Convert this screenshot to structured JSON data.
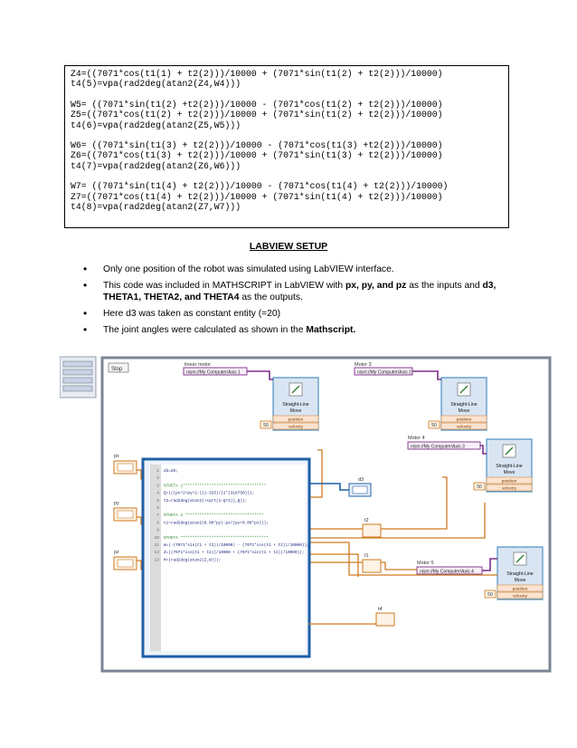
{
  "code_block": {
    "lines": [
      "Z4=((7071*cos(t1(1) + t2(2)))/10000 + (7071*sin(t1(2) + t2(2)))/10000)",
      "t4(5)=vpa(rad2deg(atan2(Z4,W4)))",
      "",
      "W5= ((7071*sin(t1(2) +t2(2)))/10000 - (7071*cos(t1(2) + t2(2)))/10000)",
      "Z5=((7071*cos(t1(2) + t2(2)))/10000 + (7071*sin(t1(2) + t2(2)))/10000)",
      "t4(6)=vpa(rad2deg(atan2(Z5,W5)))",
      "",
      "W6= ((7071*sin(t1(3) + t2(2)))/10000 - (7071*cos(t1(3) +t2(2)))/10000)",
      "Z6=((7071*cos(t1(3) + t2(2)))/10000 + (7071*sin(t1(3) + t2(2)))/10000)",
      "t4(7)=vpa(rad2deg(atan2(Z6,W6)))",
      "",
      "W7= ((7071*sin(t1(4) + t2(2)))/10000 - (7071*cos(t1(4) + t2(2)))/10000)",
      "Z7=((7071*cos(t1(4) + t2(2)))/10000 + (7071*sin(t1(4) + t2(2)))/10000)",
      "t4(8)=vpa(rad2deg(atan2(Z7,W7)))"
    ]
  },
  "heading": "LABVIEW SETUP",
  "bullets": [
    [
      {
        "t": "Only one position of the robot was simulated using LabVIEW interface."
      }
    ],
    [
      {
        "t": "This code was included in MATHSCRIPT in LabVIEW with "
      },
      {
        "t": "px, py, and pz",
        "b": true
      },
      {
        "t": " as the inputs and "
      },
      {
        "t": "d3, THETA1, THETA2, and THETA4",
        "b": true
      },
      {
        "t": " as the outputs."
      }
    ],
    [
      {
        "t": "Here d3 was taken as constant entity (=20)"
      }
    ],
    [
      {
        "t": "The joint angles were calculated as shown in the "
      },
      {
        "t": "Mathscript.",
        "b": true
      }
    ]
  ],
  "labview": {
    "motors": {
      "m1": {
        "label": "linear motor",
        "path": "nism://My Computer/Axis 1"
      },
      "m2": {
        "label": "Motor 3",
        "path": "nism://My Computer/Axis 2"
      },
      "m3": {
        "label": "Motor 4",
        "path": "nism://My Computer/Axis 3"
      },
      "m4": {
        "label": "Motor 5",
        "path": "nism://My Computer/Axis 4"
      }
    },
    "move_block": {
      "title1": "Straight-Line",
      "title2": "Move",
      "position": "position",
      "velocity": "velocity"
    },
    "const_50": "50",
    "stop_label": "Stop",
    "inputs": {
      "px": "px",
      "py": "py",
      "pz": "pz"
    },
    "outputs": {
      "d3": "d3",
      "t2": "t2",
      "t1": "t1",
      "t4": "t4"
    },
    "script_line_numbers": [
      "1",
      "2",
      "3",
      "4",
      "5",
      "6",
      "7",
      "8",
      "9",
      "10",
      "11",
      "12",
      "13"
    ],
    "script_lines": [
      "d3=20;",
      "",
      "%THETA 1***********************************",
      "Q=(((px^2+py^2-(2)-325)/(2*(318750)));",
      "t2=rad2deg(atan2(+sqrt(1-Q^2)),Q));",
      "",
      "%THETA 2 *********************************",
      "t1=rad2deg(atan2(0.00*py)-px/(py+0.00*px)));",
      "",
      "%THETA *************************************",
      "W=(-(7071*sin(t1 + t2))/10000) - (7071*cos(t1 + t2))/10000));",
      "Z=((7071*cos(t1 + t2))/10000 + (7071*sin(t1 + t2))/10000));",
      "M=(rad2deg(atan2(Z,W)));"
    ],
    "colors": {
      "orange": "#cf7a1f",
      "blue": "#1f5fa6",
      "purple": "#7c2d8a",
      "teal": "#2b7cb8",
      "block_bg": "#d9e5f3"
    }
  }
}
